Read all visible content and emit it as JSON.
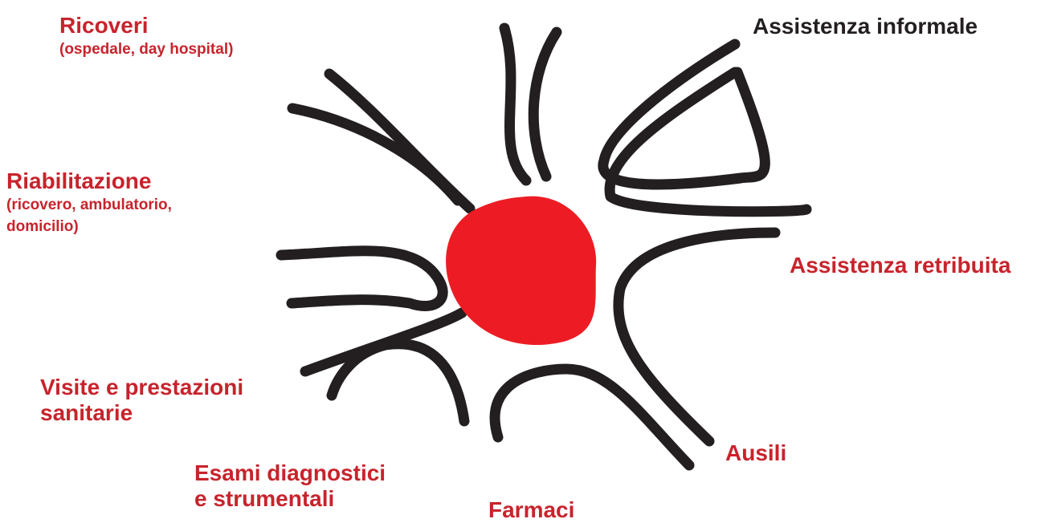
{
  "colors": {
    "accent": "#c8232c",
    "dark": "#231f20",
    "core": "#ed1c24"
  },
  "labels": {
    "ricoveri": {
      "title": "Ricoveri",
      "detail": "(ospedale, day hospital)"
    },
    "riabilitazione": {
      "title": "Riabilitazione",
      "detail_line1": "(ricovero, ambulatorio,",
      "detail_line2": "domicilio)"
    },
    "visite": {
      "line1": "Visite e prestazioni",
      "line2": "sanitarie"
    },
    "esami": {
      "line1": "Esami diagnostici",
      "line2": "e strumentali"
    },
    "farmaci": "Farmaci",
    "ausili": "Ausili",
    "assistenza_retribuita": "Assistenza retribuita",
    "assistenza_informale": "Assistenza informale"
  }
}
